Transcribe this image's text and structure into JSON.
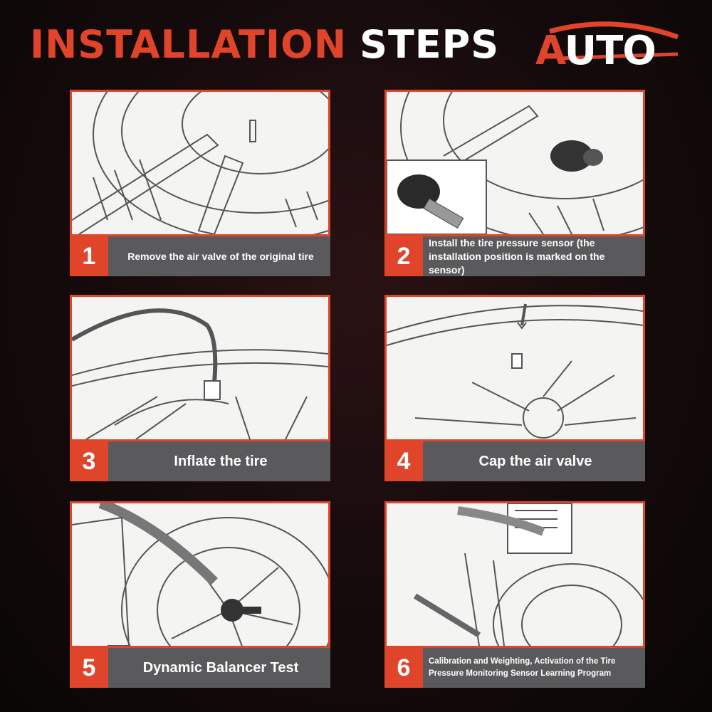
{
  "header": {
    "title_part1": "INSTALLATION",
    "title_part2": "STEPS",
    "logo_text_a": "A",
    "logo_text_rest": "UTO"
  },
  "colors": {
    "accent": "#e0442a",
    "bar": "#5a5a5c",
    "background": "#140a0b"
  },
  "steps": [
    {
      "number": "1",
      "text": "Remove the air valve of the original tire"
    },
    {
      "number": "2",
      "text": "Install the tire pressure sensor (the installation position is marked on the sensor)"
    },
    {
      "number": "3",
      "text": "Inflate the tire"
    },
    {
      "number": "4",
      "text": "Cap the air valve"
    },
    {
      "number": "5",
      "text": "Dynamic Balancer Test"
    },
    {
      "number": "6",
      "text": "Calibration and Weighting, Activation of the Tire Pressure Monitoring Sensor Learning Program"
    }
  ]
}
